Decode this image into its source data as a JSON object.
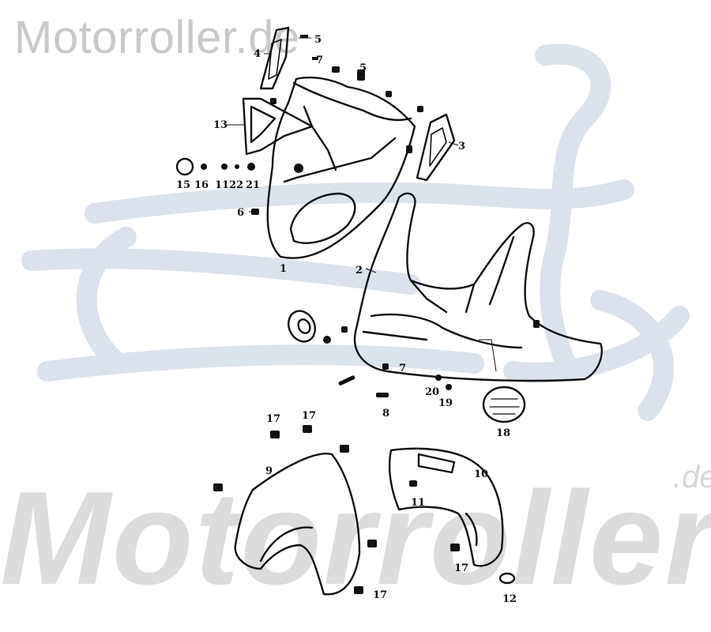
{
  "watermark": {
    "top": "Motorroller.de",
    "bottom_main": "Motorroller",
    "bottom_suffix": ".de",
    "color": "#c7d3e0"
  },
  "callouts": [
    "1",
    "2",
    "3",
    "4",
    "5",
    "5",
    "6",
    "7",
    "7",
    "8",
    "9",
    "10",
    "11",
    "12",
    "13",
    "15",
    "16",
    "11",
    "22",
    "21",
    "17",
    "17",
    "17",
    "17",
    "18",
    "19",
    "20"
  ]
}
